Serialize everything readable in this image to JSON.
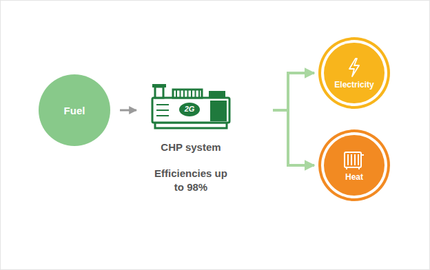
{
  "diagram": {
    "nodes": [
      {
        "text": [
          "Fuel"
        ]
      },
      {
        "text": [
          "CHP system",
          "Efficiencies up to 98%"
        ]
      },
      {
        "text": [
          "Electricity"
        ]
      },
      {
        "text": [
          "Heat"
        ]
      }
    ],
    "edges": [
      {
        "from": 0,
        "to": 1,
        "arrow": "to"
      },
      {
        "from": 1,
        "to": 2,
        "arrow": "to"
      },
      {
        "from": 1,
        "to": 3,
        "arrow": "to"
      }
    ],
    "labels": [
      "2G"
    ]
  }
}
